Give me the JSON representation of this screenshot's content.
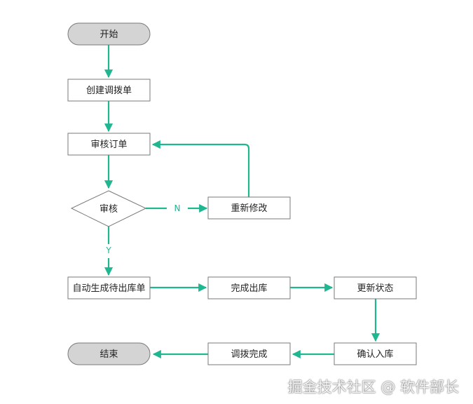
{
  "colors": {
    "accent": "#1fb690",
    "terminal_fill": "#d4d4d4",
    "box_stroke": "#7a7a7a"
  },
  "nodes": {
    "start": "开始",
    "create": "创建调拨单",
    "review_order": "审核订单",
    "review": "审核",
    "modify": "重新修改",
    "auto_gen": "自动生成待出库单",
    "out_done": "完成出库",
    "update_status": "更新状态",
    "confirm_in": "确认入库",
    "transfer_done": "调拨完成",
    "end": "结束"
  },
  "edge_labels": {
    "no": "N",
    "yes": "Y"
  },
  "watermark": "掘金技术社区 @ 软件部长"
}
